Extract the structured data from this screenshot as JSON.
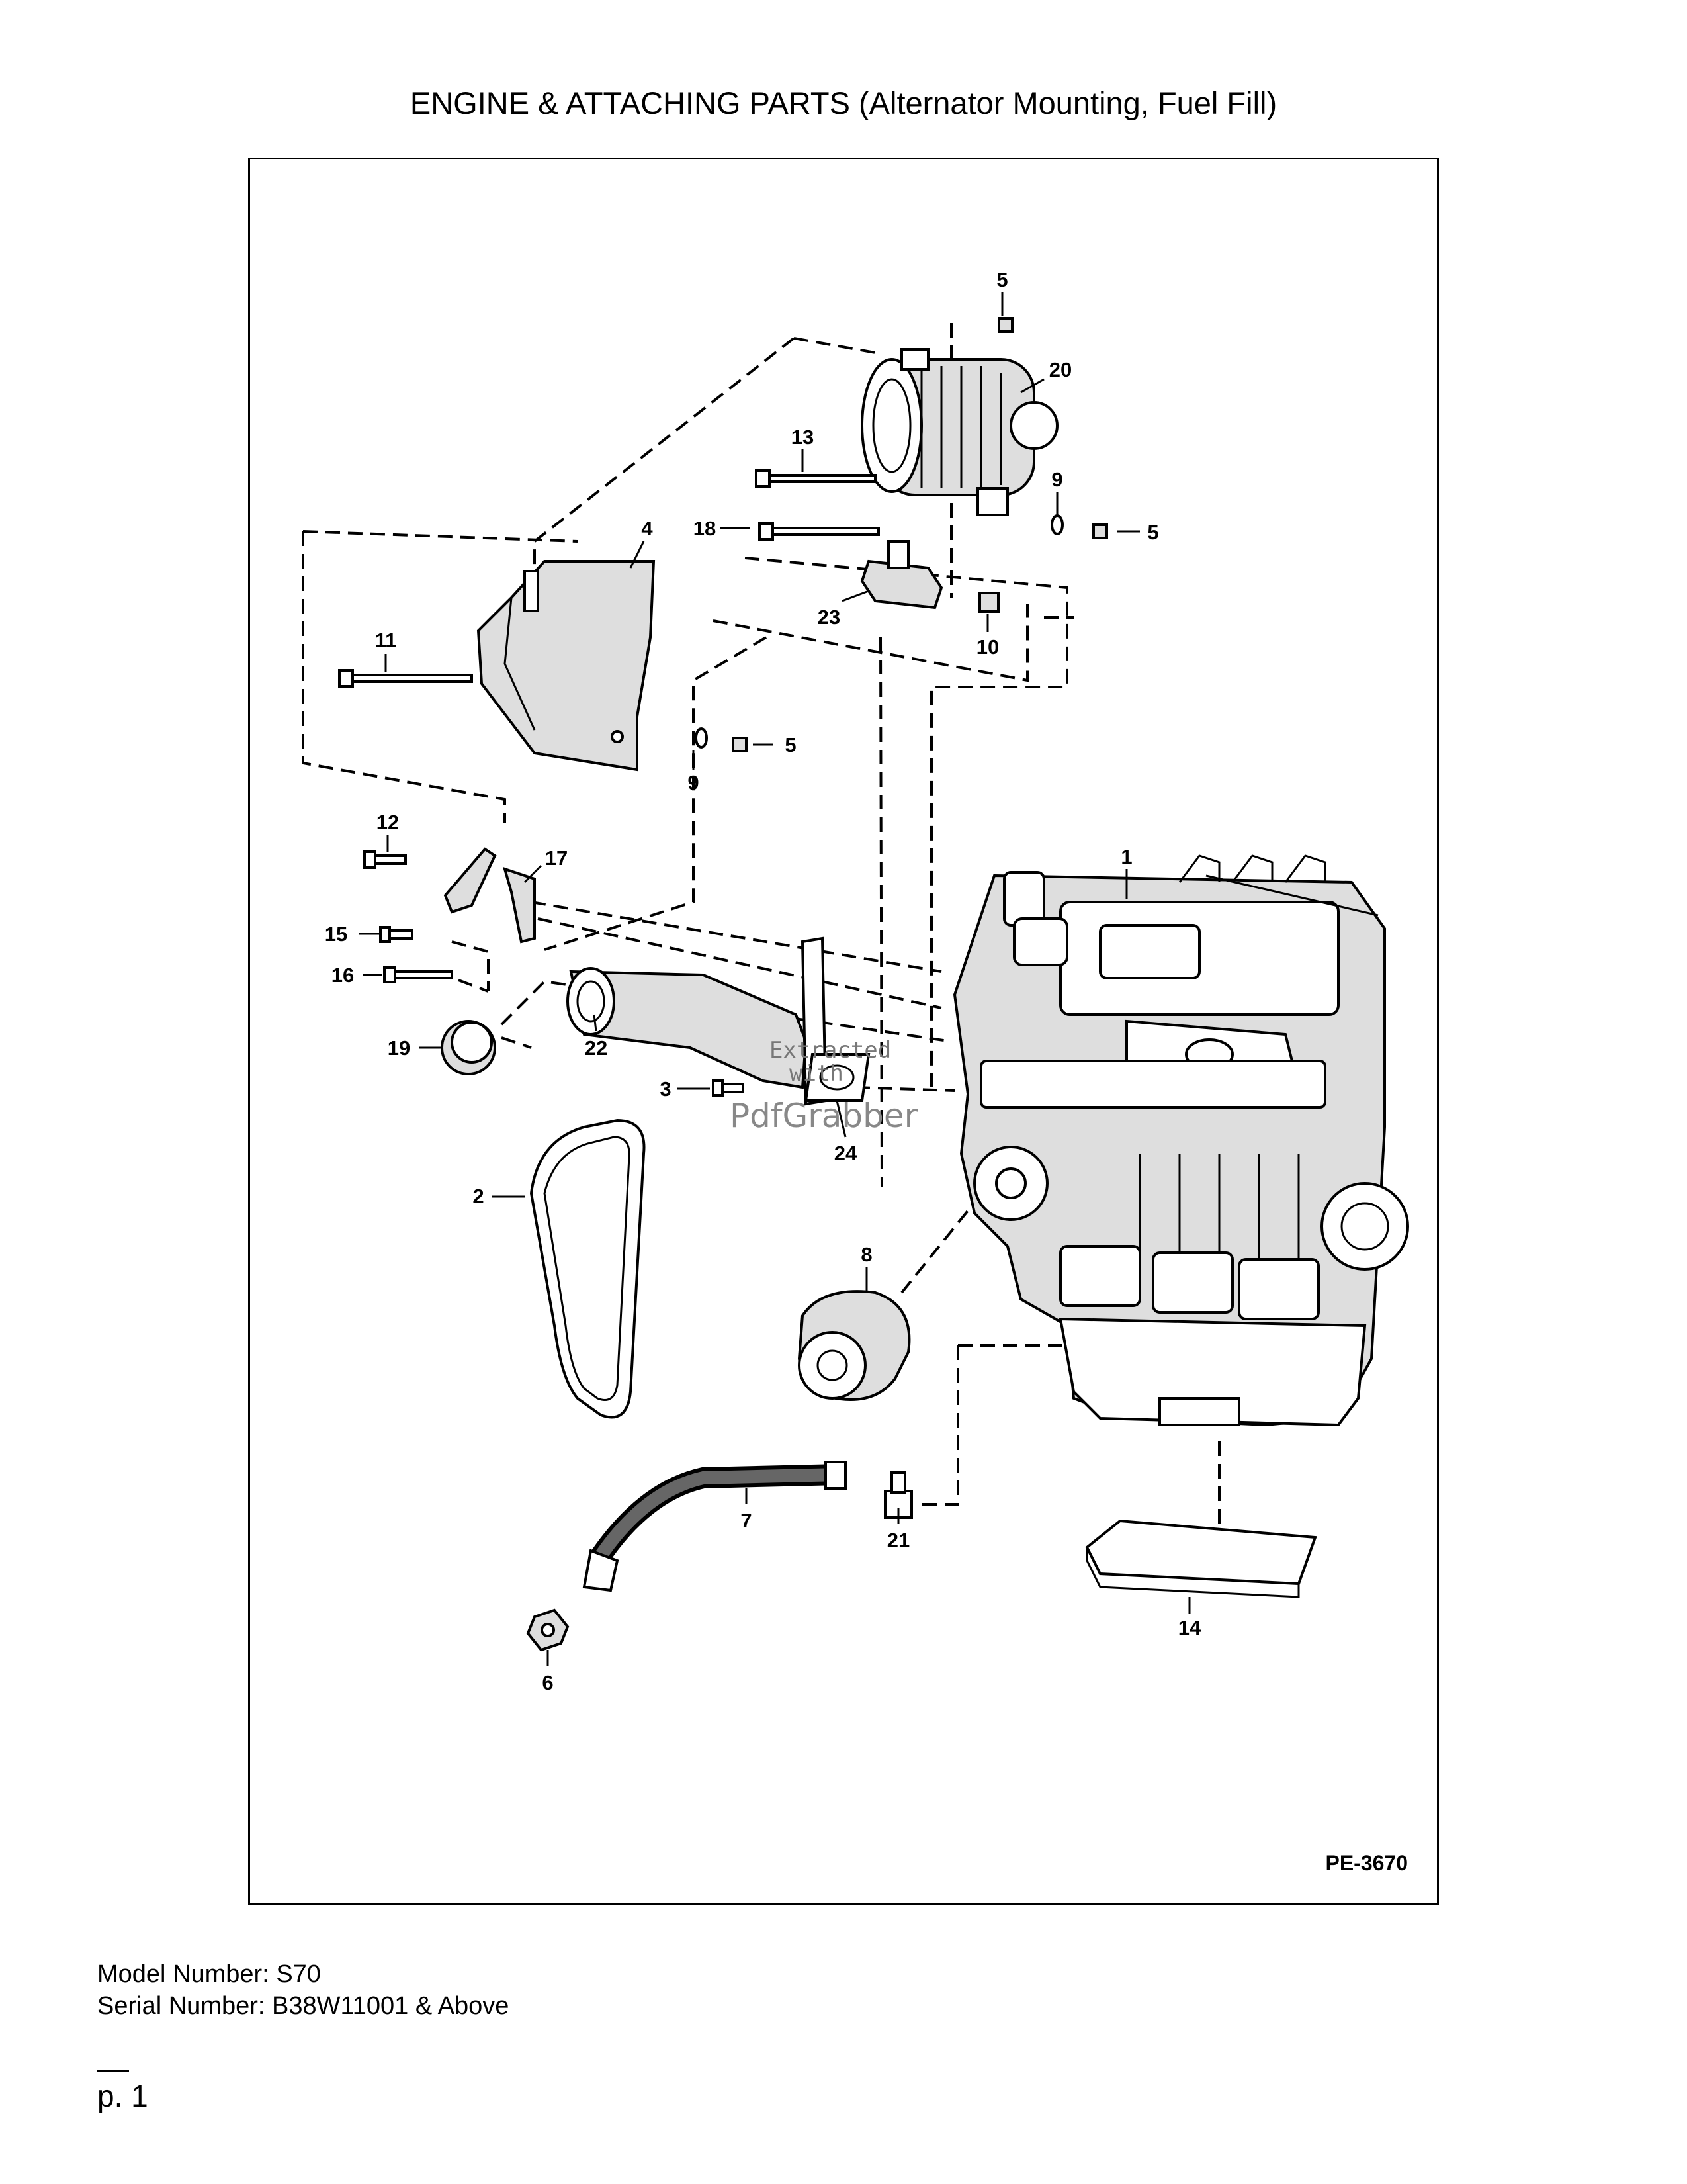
{
  "title": "ENGINE & ATTACHING PARTS (Alternator Mounting, Fuel Fill)",
  "figure_code": "PE-3670",
  "watermark": {
    "line1": "Extracted",
    "line2": "with",
    "line3": "PdfGrabber"
  },
  "callouts": {
    "n1": "1",
    "n2": "2",
    "n3": "3",
    "n4": "4",
    "n5a": "5",
    "n5b": "5",
    "n5c": "5",
    "n6": "6",
    "n7": "7",
    "n8": "8",
    "n9a": "9",
    "n9b": "9",
    "n10": "10",
    "n11": "11",
    "n12": "12",
    "n13": "13",
    "n14": "14",
    "n15": "15",
    "n16": "16",
    "n17": "17",
    "n18": "18",
    "n19": "19",
    "n20": "20",
    "n21": "21",
    "n22": "22",
    "n23": "23",
    "n24": "24"
  },
  "footer": {
    "model": "Model Number: S70",
    "serial": "Serial Number: B38W11001 & Above",
    "page": "p. 1"
  }
}
